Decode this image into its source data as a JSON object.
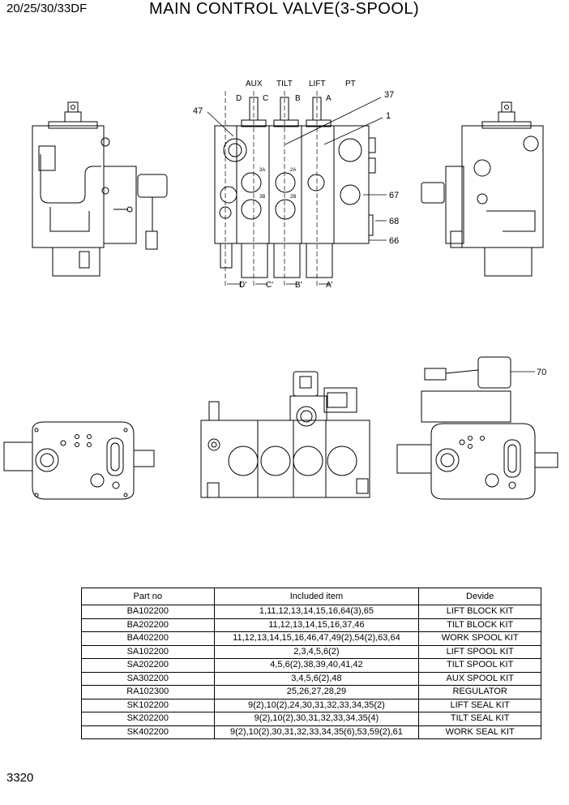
{
  "header": {
    "model": "20/25/30/33DF",
    "title": "MAIN CONTROL VALVE(3-SPOOL)"
  },
  "drawing": {
    "port_labels": [
      "AUX",
      "TILT",
      "LIFT",
      "PT"
    ],
    "section_top": [
      "D",
      "C",
      "B",
      "A"
    ],
    "section_bottom": [
      "D'",
      "C'",
      "B'",
      "A'"
    ],
    "port_marks": [
      "3A",
      "2A",
      "3B",
      "2B"
    ],
    "callouts": [
      "47",
      "37",
      "1",
      "67",
      "68",
      "66",
      "70"
    ]
  },
  "parts_table": {
    "headers": [
      "Part no",
      "Included item",
      "Devide"
    ],
    "rows": [
      [
        "BA102200",
        "1,11,12,13,14,15,16,64(3),65",
        "LIFT BLOCK KIT"
      ],
      [
        "BA202200",
        "11,12,13,14,15,16,37,46",
        "TILT BLOCK KIT"
      ],
      [
        "BA402200",
        "11,12,13,14,15,16,46,47,49(2),54(2),63,64",
        "WORK SPOOL KIT"
      ],
      [
        "SA102200",
        "2,3,4,5,6(2)",
        "LIFT SPOOL KIT"
      ],
      [
        "SA202200",
        "4,5,6(2),38,39,40,41,42",
        "TILT SPOOL KIT"
      ],
      [
        "SA302200",
        "3,4,5,6(2),48",
        "AUX SPOOL KIT"
      ],
      [
        "RA102300",
        "25,26,27,28,29",
        "REGULATOR"
      ],
      [
        "SK102200",
        "9(2),10(2),24,30,31,32,33,34,35(2)",
        "LIFT SEAL KIT"
      ],
      [
        "SK202200",
        "9(2),10(2),30,31,32,33,34,35(4)",
        "TILT SEAL KIT"
      ],
      [
        "SK402200",
        "9(2),10(2),30,31,32,33,34,35(6),53,59(2),61",
        "WORK SEAL KIT"
      ]
    ]
  },
  "footer": {
    "page_number": "3320"
  }
}
